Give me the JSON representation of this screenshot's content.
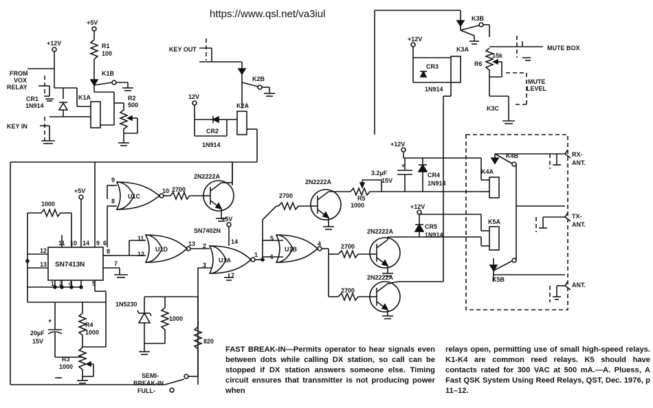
{
  "header": {
    "url": "https://www.qsl.net/va3iul"
  },
  "labels": {
    "plus5v_r1": "+5V",
    "r1": "R1",
    "r1_val": "100",
    "plus12v_left": "+12V",
    "from_vox_relay_1": "FROM",
    "from_vox_relay_2": "VOX",
    "from_vox_relay_3": "RELAY",
    "k1b": "K1B",
    "k1a": "K1A",
    "cr1": "CR1",
    "cr1_val": "1N914",
    "r2": "R2",
    "r2_val": "500",
    "key_in": "KEY IN",
    "key_out": "KEY OUT",
    "k2b": "K2B",
    "plus12v_k2": "12V",
    "k2a": "K2A",
    "cr2": "CR2",
    "cr2_val": "1N914",
    "k3b": "K3B",
    "plus12v_k3": "+12V",
    "k3a": "K3A",
    "cr3": "CR3",
    "cr3_val": "1N914",
    "r6_val": "15k",
    "r6": "R6",
    "mute_box": "MUTE BOX",
    "mute_level_1": "MUTE",
    "mute_level_2": "LEVEL",
    "k3c": "K3C",
    "plus5v_ic": "+5V",
    "r1000_top": "1000",
    "ic_main": "SN7413N",
    "pin12": "12",
    "pin11": "11",
    "pin10": "10",
    "pin14": "14",
    "pin9": "9",
    "pin6": "6",
    "pin13": "13",
    "pin8": "8",
    "pin7": "7",
    "pin1": "1",
    "pin2": "2",
    "pin4": "4",
    "pin5": "5",
    "u1c": "U1C",
    "u1c_pin9": "9",
    "u1c_pin8": "8",
    "u1c_pin10": "10",
    "r2700_1": "2700",
    "q1": "2N2222A",
    "u1d": "U1D",
    "u1d_pin11": "11",
    "u1d_pin12": "12",
    "u1d_pin13": "13",
    "sn7402n": "SN7402N",
    "plus5v_u1a": "+5V",
    "u1a": "U1A",
    "u1a_pin2": "2",
    "u1a_pin3": "3",
    "u1a_pin14": "14",
    "u1a_pin1": "1",
    "u1a_pin7": "7",
    "u1b": "U1B",
    "u1b_pin5": "5",
    "u1b_pin6": "6",
    "u1b_pin4": "4",
    "r2700_2": "2700",
    "q2": "2N2222A",
    "r5": "R5",
    "r5_val": "1000",
    "c32": "3.2µF",
    "c32_v": "15V",
    "plus12v_cr4": "+12V",
    "cr4": "CR4",
    "cr4_val": "1N914",
    "r2700_3": "2700",
    "q3": "2N2222A",
    "plus12v_cr5": "+12V",
    "cr5": "CR5",
    "cr5_val": "1N914",
    "r2700_4": "2700",
    "q4": "2N2222A",
    "k4b": "K4B",
    "k4a": "K4A",
    "k5a": "K5A",
    "k5b": "K5B",
    "rx_ant": "RX-",
    "rx_ant2": "ANT.",
    "tx_ant": "TX-",
    "tx_ant2": "ANT.",
    "ant": "ANT.",
    "zener": "1N5230",
    "r1000_z": "1000",
    "r820": "820",
    "c20": "20µF",
    "c20_v": "15V",
    "r4": "R4",
    "r4_val": "1000",
    "r3": "R3",
    "r3_val": "1000",
    "semi_1": "SEMI-",
    "semi_2": "BREAK-IN",
    "full": "FULL-"
  },
  "caption": {
    "heading": "FAST BREAK-IN—",
    "left_body": "Permits operator to hear signals even between dots while calling DX station, so call can be stopped if DX station answers someone else. Timing circuit ensures that transmitter is not producing power when",
    "right_body": "relays open, permitting use of small high-speed relays. K1-K4 are common reed relays. K5 should have contacts rated for 300 VAC at 500 mA.—A. Pluess, A Fast QSK System Using Reed Relays, QST, Dec. 1976, p 11–12."
  }
}
